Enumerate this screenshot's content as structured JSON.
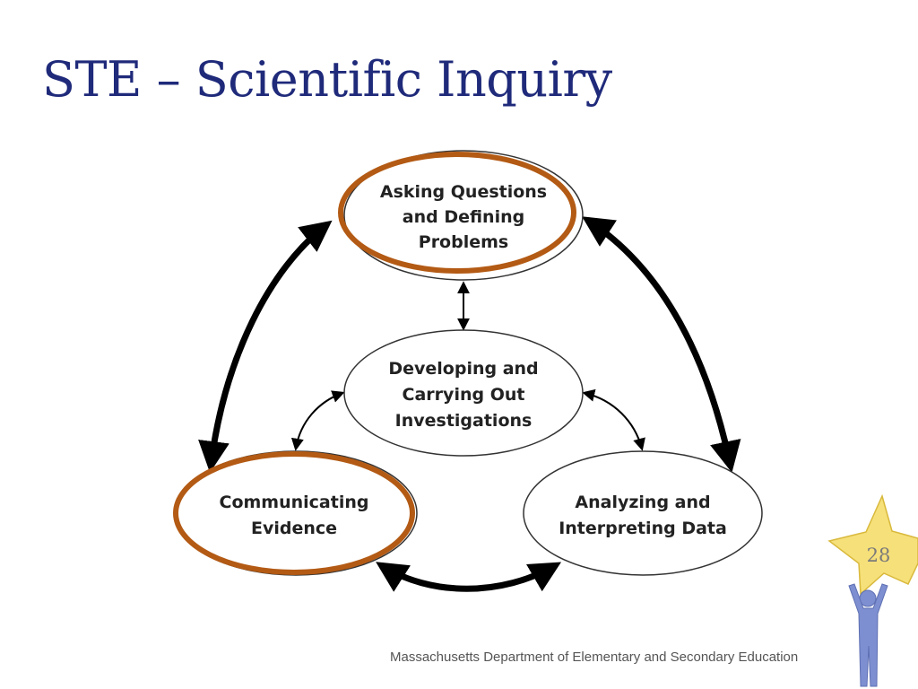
{
  "slide": {
    "title": "STE – Scientific Inquiry",
    "footer": "Massachusetts Department of Elementary and Secondary Education",
    "page_number": "28"
  },
  "diagram": {
    "nodes": [
      {
        "id": "asking",
        "lines": [
          "Asking Questions",
          "and Defining",
          "Problems"
        ],
        "highlighted": true
      },
      {
        "id": "developing",
        "lines": [
          "Developing and",
          "Carrying Out",
          "Investigations"
        ],
        "highlighted": false
      },
      {
        "id": "communicating",
        "lines": [
          "Communicating",
          "Evidence"
        ],
        "highlighted": true
      },
      {
        "id": "analyzing",
        "lines": [
          "Analyzing and",
          "Interpreting Data"
        ],
        "highlighted": false
      }
    ],
    "colors": {
      "highlight_ring": "#b35a14",
      "node_outline": "#333333",
      "arrow": "#000000",
      "title": "#1f2a7a",
      "star": "#f6e07a",
      "figure": "#7d8fd0"
    }
  }
}
